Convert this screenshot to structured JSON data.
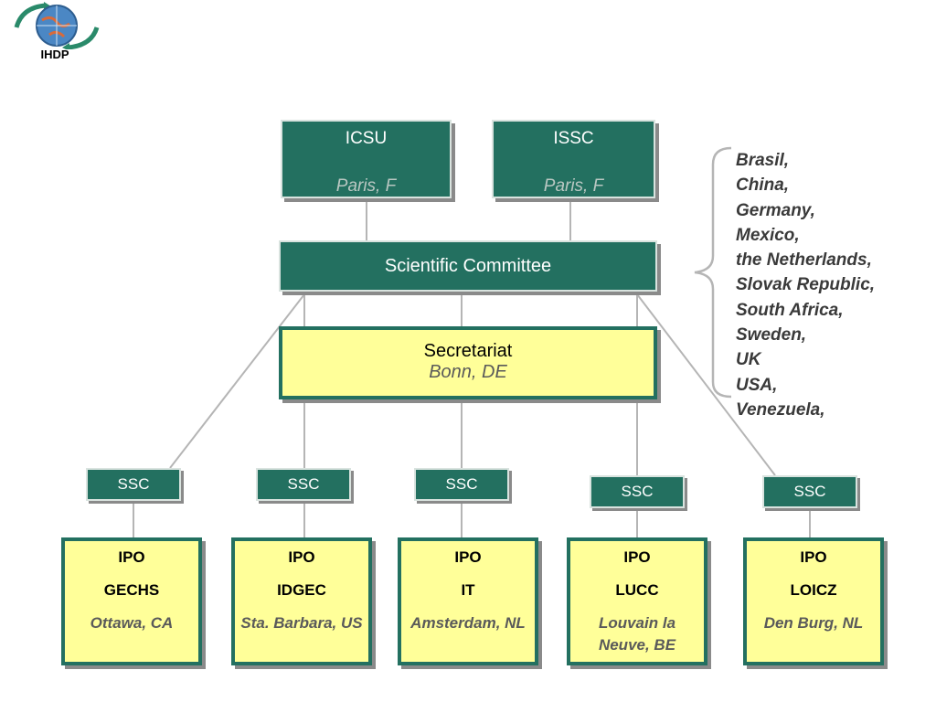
{
  "logo": {
    "label": "IHDP",
    "icon": "ihdp-globe-logo"
  },
  "top_orgs": [
    {
      "name": "ICSU",
      "city": "Paris, F"
    },
    {
      "name": "ISSC",
      "city": "Paris, F"
    }
  ],
  "committee": {
    "name": "Scientific Committee"
  },
  "secretariat": {
    "name": "Secretariat",
    "city": "Bonn, DE"
  },
  "ssc_label": "SSC",
  "ipos": [
    {
      "type": "IPO",
      "name": "GECHS",
      "city": "Ottawa, CA"
    },
    {
      "type": "IPO",
      "name": "IDGEC",
      "city": "Sta. Barbara, US"
    },
    {
      "type": "IPO",
      "name": "IT",
      "city": "Amsterdam, NL"
    },
    {
      "type": "IPO",
      "name": "LUCC",
      "city": "Louvain la Neuve, BE"
    },
    {
      "type": "IPO",
      "name": "LOICZ",
      "city": "Den Burg, NL"
    }
  ],
  "countries": [
    "Brasil,",
    "China,",
    "Germany,",
    "Mexico,",
    "the Netherlands,",
    "Slovak Republic,",
    "South Africa,",
    "Sweden,",
    "UK",
    "USA,",
    "Venezuela,"
  ],
  "colors": {
    "green": "#237060",
    "yellow": "#ffff99",
    "line": "#b0b0b0"
  }
}
